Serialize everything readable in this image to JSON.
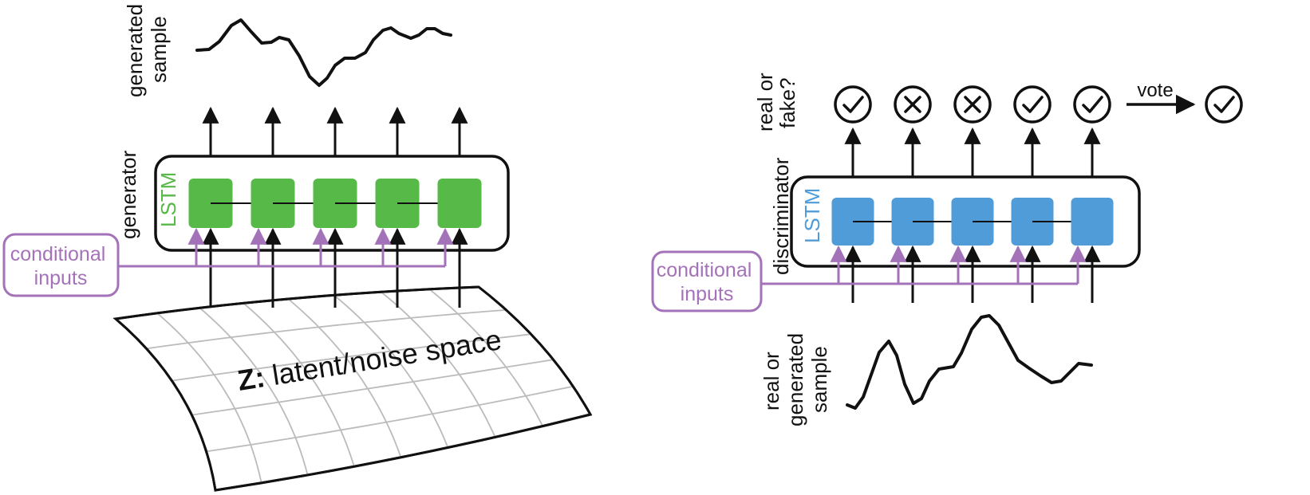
{
  "colors": {
    "generator_cell": "#57b947",
    "generator_label": "#57b947",
    "discriminator_cell": "#4f9cd8",
    "discriminator_label": "#4f9cd8",
    "conditional": "#a472b8",
    "stroke": "#111111",
    "grid": "#bbbbbb"
  },
  "generator": {
    "top_label_line1": "generated",
    "top_label_line2": "sample",
    "side_label": "generator",
    "lstm_label": "LSTM",
    "conditional_line1": "conditional",
    "conditional_line2": "inputs",
    "latent_prefix": "Z:",
    "latent_text": " latent/noise space",
    "cell_count": 5
  },
  "discriminator": {
    "top_label_line1": "real or",
    "top_label_line2": "fake?",
    "side_label": "discriminator",
    "lstm_label": "LSTM",
    "conditional_line1": "conditional",
    "conditional_line2": "inputs",
    "bottom_label_line1": "real or",
    "bottom_label_line2": "generated",
    "bottom_label_line3": "sample",
    "vote_label": "vote",
    "outputs": [
      "check-icon",
      "cross-icon",
      "cross-icon",
      "check-icon",
      "check-icon"
    ],
    "final_output": "check-icon"
  }
}
